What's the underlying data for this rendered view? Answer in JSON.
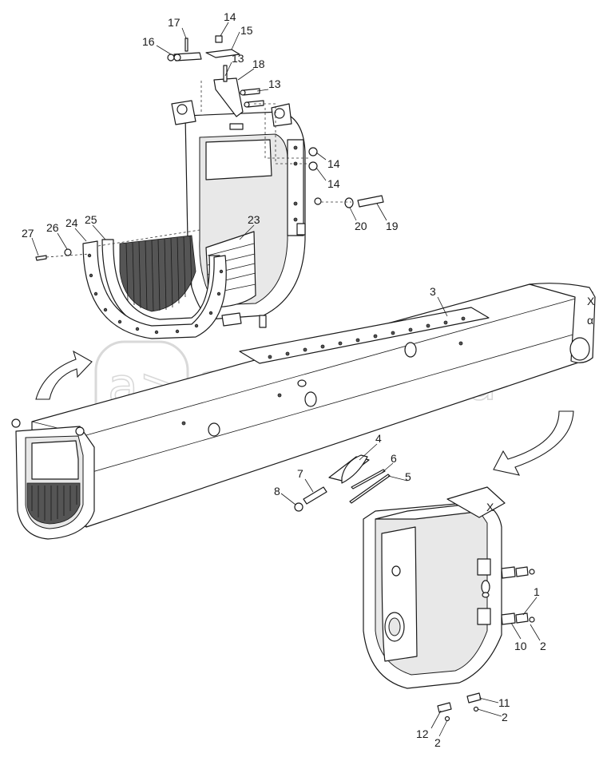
{
  "watermark": {
    "text": "autopiter.ru"
  },
  "callouts": {
    "c1": "1",
    "c2a": "2",
    "c2b": "2",
    "c2c": "2",
    "c3": "3",
    "c4": "4",
    "c5": "5",
    "c6": "6",
    "c7": "7",
    "c8": "8",
    "c10": "10",
    "c11": "11",
    "c12": "12",
    "c13a": "13",
    "c13b": "13",
    "c14a": "14",
    "c14b": "14",
    "c14c": "14",
    "c15": "15",
    "c16": "16",
    "c17": "17",
    "c18": "18",
    "c19": "19",
    "c20": "20",
    "c23": "23",
    "c24": "24",
    "c25": "25",
    "c26": "26",
    "c27": "27"
  }
}
